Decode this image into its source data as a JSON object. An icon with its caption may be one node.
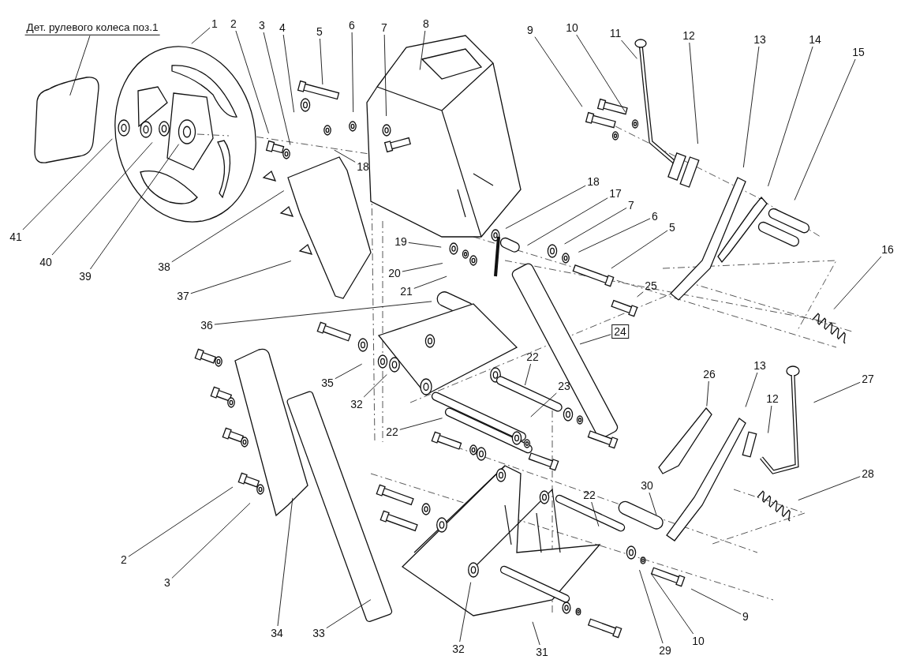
{
  "diagram": {
    "nodes": [
      {
        "text": [
          "Дет. рулевого колеса поз.1"
        ]
      },
      {
        "text": [
          "1"
        ]
      },
      {
        "text": [
          "2"
        ]
      },
      {
        "text": [
          "3"
        ]
      },
      {
        "text": [
          "4"
        ]
      },
      {
        "text": [
          "5"
        ]
      },
      {
        "text": [
          "6"
        ]
      },
      {
        "text": [
          "7"
        ]
      },
      {
        "text": [
          "8"
        ]
      },
      {
        "text": [
          "9"
        ]
      },
      {
        "text": [
          "10"
        ]
      },
      {
        "text": [
          "11"
        ]
      },
      {
        "text": [
          "12"
        ]
      },
      {
        "text": [
          "13"
        ]
      },
      {
        "text": [
          "14"
        ]
      },
      {
        "text": [
          "15"
        ]
      },
      {
        "text": [
          "18"
        ]
      },
      {
        "text": [
          "41"
        ]
      },
      {
        "text": [
          "40"
        ]
      },
      {
        "text": [
          "39"
        ]
      },
      {
        "text": [
          "38"
        ]
      },
      {
        "text": [
          "16"
        ]
      },
      {
        "text": [
          "19"
        ]
      },
      {
        "text": [
          "18"
        ]
      },
      {
        "text": [
          "17"
        ]
      },
      {
        "text": [
          "7"
        ]
      },
      {
        "text": [
          "6"
        ]
      },
      {
        "text": [
          "20"
        ]
      },
      {
        "text": [
          "5"
        ]
      },
      {
        "text": [
          "21"
        ]
      },
      {
        "text": [
          "37"
        ]
      },
      {
        "text": [
          "25"
        ]
      },
      {
        "text": [
          "36"
        ]
      },
      {
        "text": [
          "24"
        ]
      },
      {
        "text": [
          "22"
        ]
      },
      {
        "text": [
          "35"
        ]
      },
      {
        "text": [
          "26"
        ]
      },
      {
        "text": [
          "13"
        ]
      },
      {
        "text": [
          "27"
        ]
      },
      {
        "text": [
          "23"
        ]
      },
      {
        "text": [
          "32"
        ]
      },
      {
        "text": [
          "12"
        ]
      },
      {
        "text": [
          "22"
        ]
      },
      {
        "text": [
          "28"
        ]
      },
      {
        "text": [
          "30"
        ]
      },
      {
        "text": [
          "22"
        ]
      },
      {
        "text": [
          "2"
        ]
      },
      {
        "text": [
          "3"
        ]
      },
      {
        "text": [
          "9"
        ]
      },
      {
        "text": [
          "34"
        ]
      },
      {
        "text": [
          "33"
        ]
      },
      {
        "text": [
          "10"
        ]
      },
      {
        "text": [
          "32"
        ]
      },
      {
        "text": [
          "31"
        ]
      },
      {
        "text": [
          "29"
        ]
      }
    ],
    "edges": [
      {
        "from": 0,
        "to": null,
        "arrow": "none"
      },
      {
        "from": 1,
        "to": null,
        "arrow": "none"
      },
      {
        "from": 2,
        "to": null,
        "arrow": "none"
      },
      {
        "from": 3,
        "to": null,
        "arrow": "none"
      },
      {
        "from": 4,
        "to": null,
        "arrow": "none"
      },
      {
        "from": 5,
        "to": null,
        "arrow": "none"
      },
      {
        "from": 6,
        "to": null,
        "arrow": "none"
      },
      {
        "from": 7,
        "to": null,
        "arrow": "none"
      },
      {
        "from": 8,
        "to": null,
        "arrow": "none"
      },
      {
        "from": 9,
        "to": null,
        "arrow": "none"
      },
      {
        "from": 10,
        "to": null,
        "arrow": "none"
      },
      {
        "from": 11,
        "to": null,
        "arrow": "none"
      },
      {
        "from": 12,
        "to": null,
        "arrow": "none"
      },
      {
        "from": 13,
        "to": null,
        "arrow": "none"
      },
      {
        "from": 14,
        "to": null,
        "arrow": "none"
      },
      {
        "from": 15,
        "to": null,
        "arrow": "none"
      },
      {
        "from": 16,
        "to": null,
        "arrow": "none"
      },
      {
        "from": 17,
        "to": null,
        "arrow": "none"
      },
      {
        "from": 18,
        "to": null,
        "arrow": "none"
      },
      {
        "from": 19,
        "to": null,
        "arrow": "none"
      },
      {
        "from": 20,
        "to": null,
        "arrow": "none"
      },
      {
        "from": 21,
        "to": null,
        "arrow": "none"
      },
      {
        "from": 22,
        "to": null,
        "arrow": "none"
      },
      {
        "from": 23,
        "to": null,
        "arrow": "none"
      },
      {
        "from": 24,
        "to": null,
        "arrow": "none"
      },
      {
        "from": 25,
        "to": null,
        "arrow": "none"
      },
      {
        "from": 26,
        "to": null,
        "arrow": "none"
      },
      {
        "from": 27,
        "to": null,
        "arrow": "none"
      },
      {
        "from": 28,
        "to": null,
        "arrow": "none"
      },
      {
        "from": 29,
        "to": null,
        "arrow": "none"
      },
      {
        "from": 30,
        "to": null,
        "arrow": "none"
      },
      {
        "from": 31,
        "to": null,
        "arrow": "none"
      },
      {
        "from": 32,
        "to": null,
        "arrow": "none"
      },
      {
        "from": 33,
        "to": null,
        "arrow": "none"
      },
      {
        "from": 34,
        "to": null,
        "arrow": "none"
      },
      {
        "from": 35,
        "to": null,
        "arrow": "none"
      },
      {
        "from": 36,
        "to": null,
        "arrow": "none"
      },
      {
        "from": 37,
        "to": null,
        "arrow": "none"
      },
      {
        "from": 38,
        "to": null,
        "arrow": "none"
      },
      {
        "from": 39,
        "to": null,
        "arrow": "none"
      },
      {
        "from": 40,
        "to": null,
        "arrow": "none"
      },
      {
        "from": 41,
        "to": null,
        "arrow": "none"
      },
      {
        "from": 42,
        "to": null,
        "arrow": "none"
      },
      {
        "from": 43,
        "to": null,
        "arrow": "none"
      },
      {
        "from": 44,
        "to": null,
        "arrow": "none"
      },
      {
        "from": 45,
        "to": null,
        "arrow": "none"
      },
      {
        "from": 46,
        "to": null,
        "arrow": "none"
      },
      {
        "from": 47,
        "to": null,
        "arrow": "none"
      },
      {
        "from": 48,
        "to": null,
        "arrow": "none"
      },
      {
        "from": 49,
        "to": null,
        "arrow": "none"
      },
      {
        "from": 50,
        "to": null,
        "arrow": "none"
      },
      {
        "from": 51,
        "to": null,
        "arrow": "none"
      },
      {
        "from": 52,
        "to": null,
        "arrow": "none"
      },
      {
        "from": 53,
        "to": null,
        "arrow": "none"
      },
      {
        "from": 54,
        "to": null,
        "arrow": "none"
      }
    ]
  }
}
